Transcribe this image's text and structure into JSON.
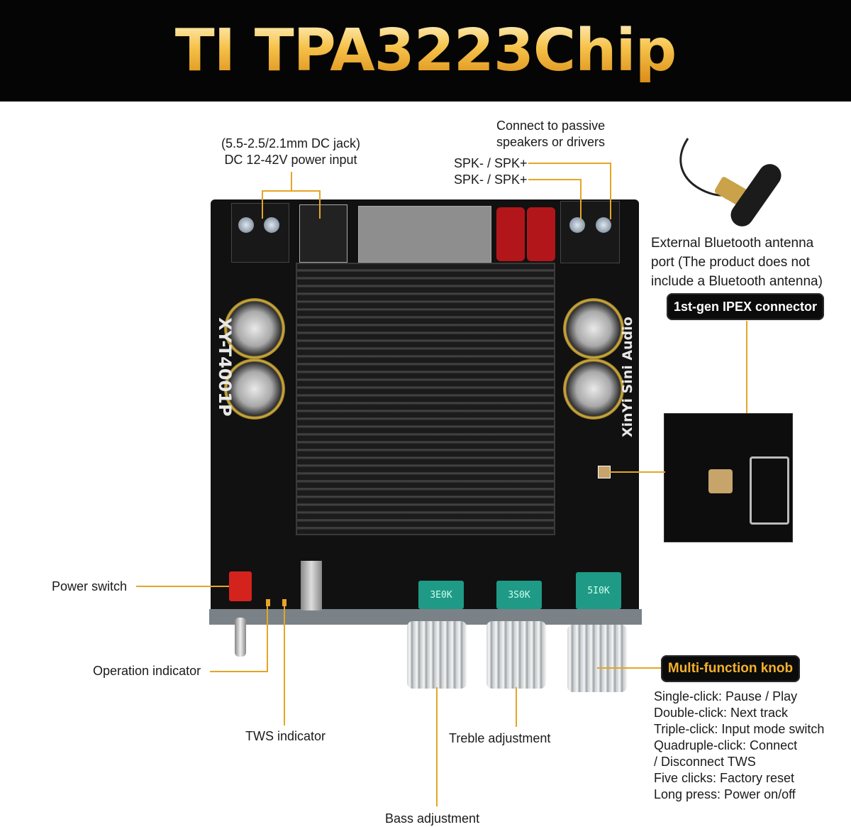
{
  "header": {
    "title": "TI TPA3223Chip"
  },
  "board": {
    "model": "XY-T4001P",
    "brand": "XinYi Sini Audio"
  },
  "labels": {
    "dc_jack_line1": "(5.5-2.5/2.1mm DC jack)",
    "dc_jack_line2": "DC 12-42V power input",
    "speakers_line1": "Connect to passive",
    "speakers_line2": "speakers or drivers",
    "spk_1": "SPK- / SPK+",
    "spk_2": "SPK- / SPK+",
    "antenna_line1": "External Bluetooth antenna",
    "antenna_line2": "port (The product does not",
    "antenna_line3": "include a Bluetooth antenna)",
    "ipex_badge": "1st-gen IPEX connector",
    "power_switch": "Power switch",
    "operation_indicator": "Operation indicator",
    "tws_indicator": "TWS indicator",
    "treble_adjustment": "Treble adjustment",
    "bass_adjustment": "Bass adjustment",
    "knob_badge": "Multi-function knob"
  },
  "knob_functions": [
    "Single-click: Pause / Play",
    "Double-click: Next track",
    "Triple-click: Input mode switch",
    "Quadruple-click: Connect",
    "/ Disconnect TWS",
    "Five clicks: Factory reset",
    "Long press: Power on/off"
  ],
  "pots": [
    "3E0K",
    "3S0K",
    "5I0K"
  ],
  "colors": {
    "accent": "#e5a526",
    "badge_bg": "#0b0b0b",
    "pot": "#1f9a86",
    "banner": "#050505"
  }
}
